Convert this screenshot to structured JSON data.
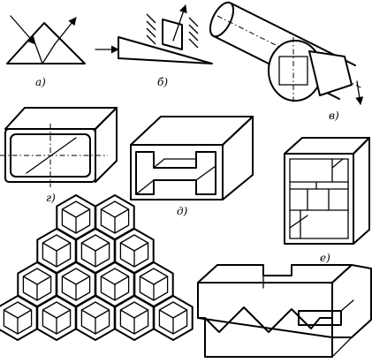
{
  "captions": {
    "a": "а)",
    "b": "б)",
    "v": "в)",
    "g": "г)",
    "d": "д)",
    "e": "е)"
  }
}
